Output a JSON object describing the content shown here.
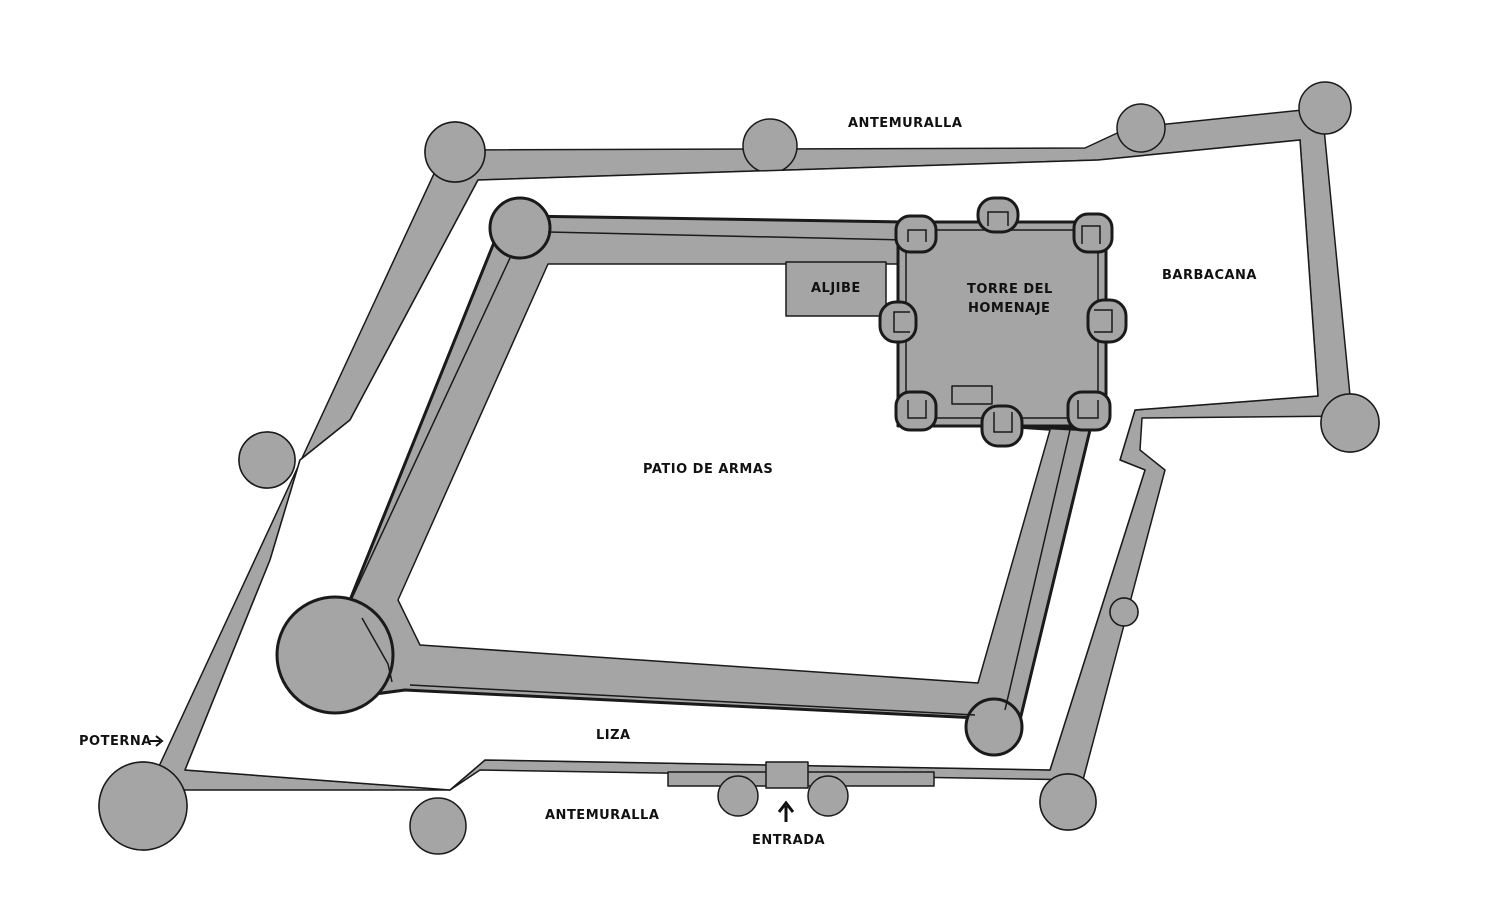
{
  "colors": {
    "wall": "#a5a5a5",
    "outline": "#1a1a1a",
    "background": "#ffffff"
  },
  "labels": {
    "antemuralla_north": "ANTEMURALLA",
    "antemuralla_south": "ANTEMURALLA",
    "barbacana": "BARBACANA",
    "aljibe": "ALJIBE",
    "torre_line1": "TORRE DEL",
    "torre_line2": "HOMENAJE",
    "patio": "PATIO DE ARMAS",
    "liza": "LIZA",
    "poterna": "POTERNA",
    "entrada": "ENTRADA"
  },
  "icons": {
    "poterna_marker": "arrow-right-icon",
    "entrada_marker": "arrow-up-icon"
  }
}
